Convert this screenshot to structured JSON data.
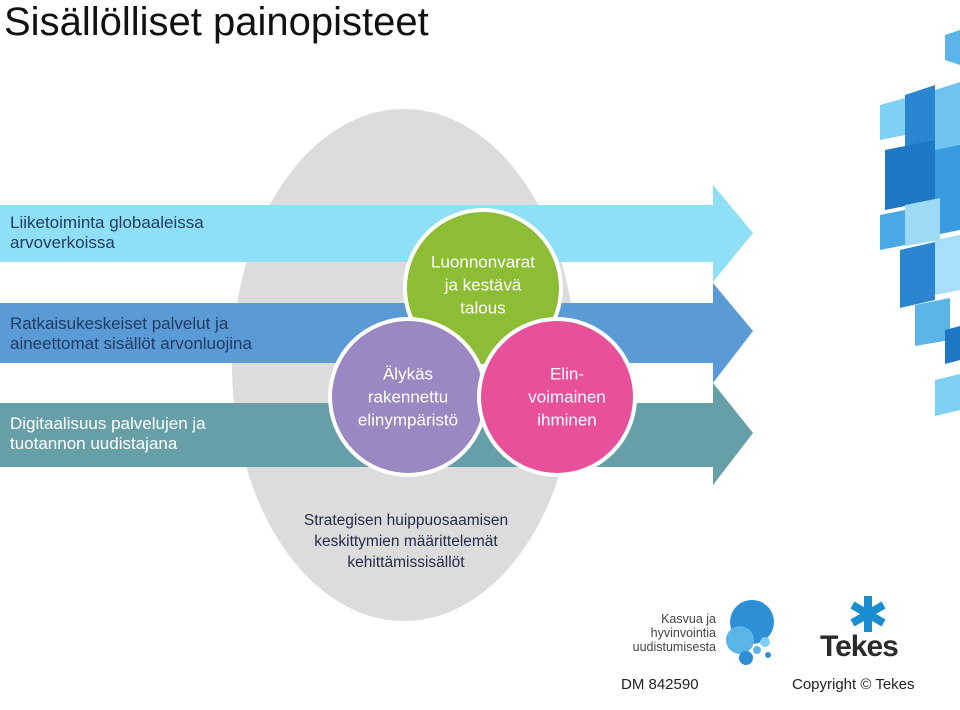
{
  "title": "Sisällölliset painopisteet",
  "bands": [
    {
      "label_lines": [
        "Liiketoiminta globaaleissa",
        "arvoverkoissa"
      ],
      "color": "#8fe0f7"
    },
    {
      "label_lines": [
        "Ratkaisukeskeiset palvelut ja",
        "aineettomat sisällöt arvonluojina"
      ],
      "color": "#5b9bd5"
    },
    {
      "label_lines": [
        "Digitaalisuus palvelujen ja",
        "tuotannon uudistajana"
      ],
      "color": "#669fa8"
    }
  ],
  "circles": [
    {
      "label_lines": [
        "Luonnonvarat",
        "ja kestävä",
        "talous"
      ],
      "color": "#8dbd35"
    },
    {
      "label_lines": [
        "Älykäs",
        "rakennettu",
        "elinympäristö"
      ],
      "color": "#9b88c2"
    },
    {
      "label_lines": [
        "Elin-",
        "voimainen",
        "ihminen"
      ],
      "color": "#e8509a"
    }
  ],
  "bottom_lines": [
    "Strategisen huippuosaamisen",
    "keskittymien määrittelemät",
    "kehittämissisällöt"
  ],
  "logo_lines": [
    "Kasvua ja",
    "hyvinvointia",
    "uudistumisesta"
  ],
  "brand": "Tekes",
  "footer": {
    "doc_id": "DM 842590",
    "copyright": "Copyright © Tekes"
  },
  "colors": {
    "oval": "#dcdcdc",
    "accent_blue": "#2e8fd6",
    "tekes_blue": "#1b8ed1"
  }
}
